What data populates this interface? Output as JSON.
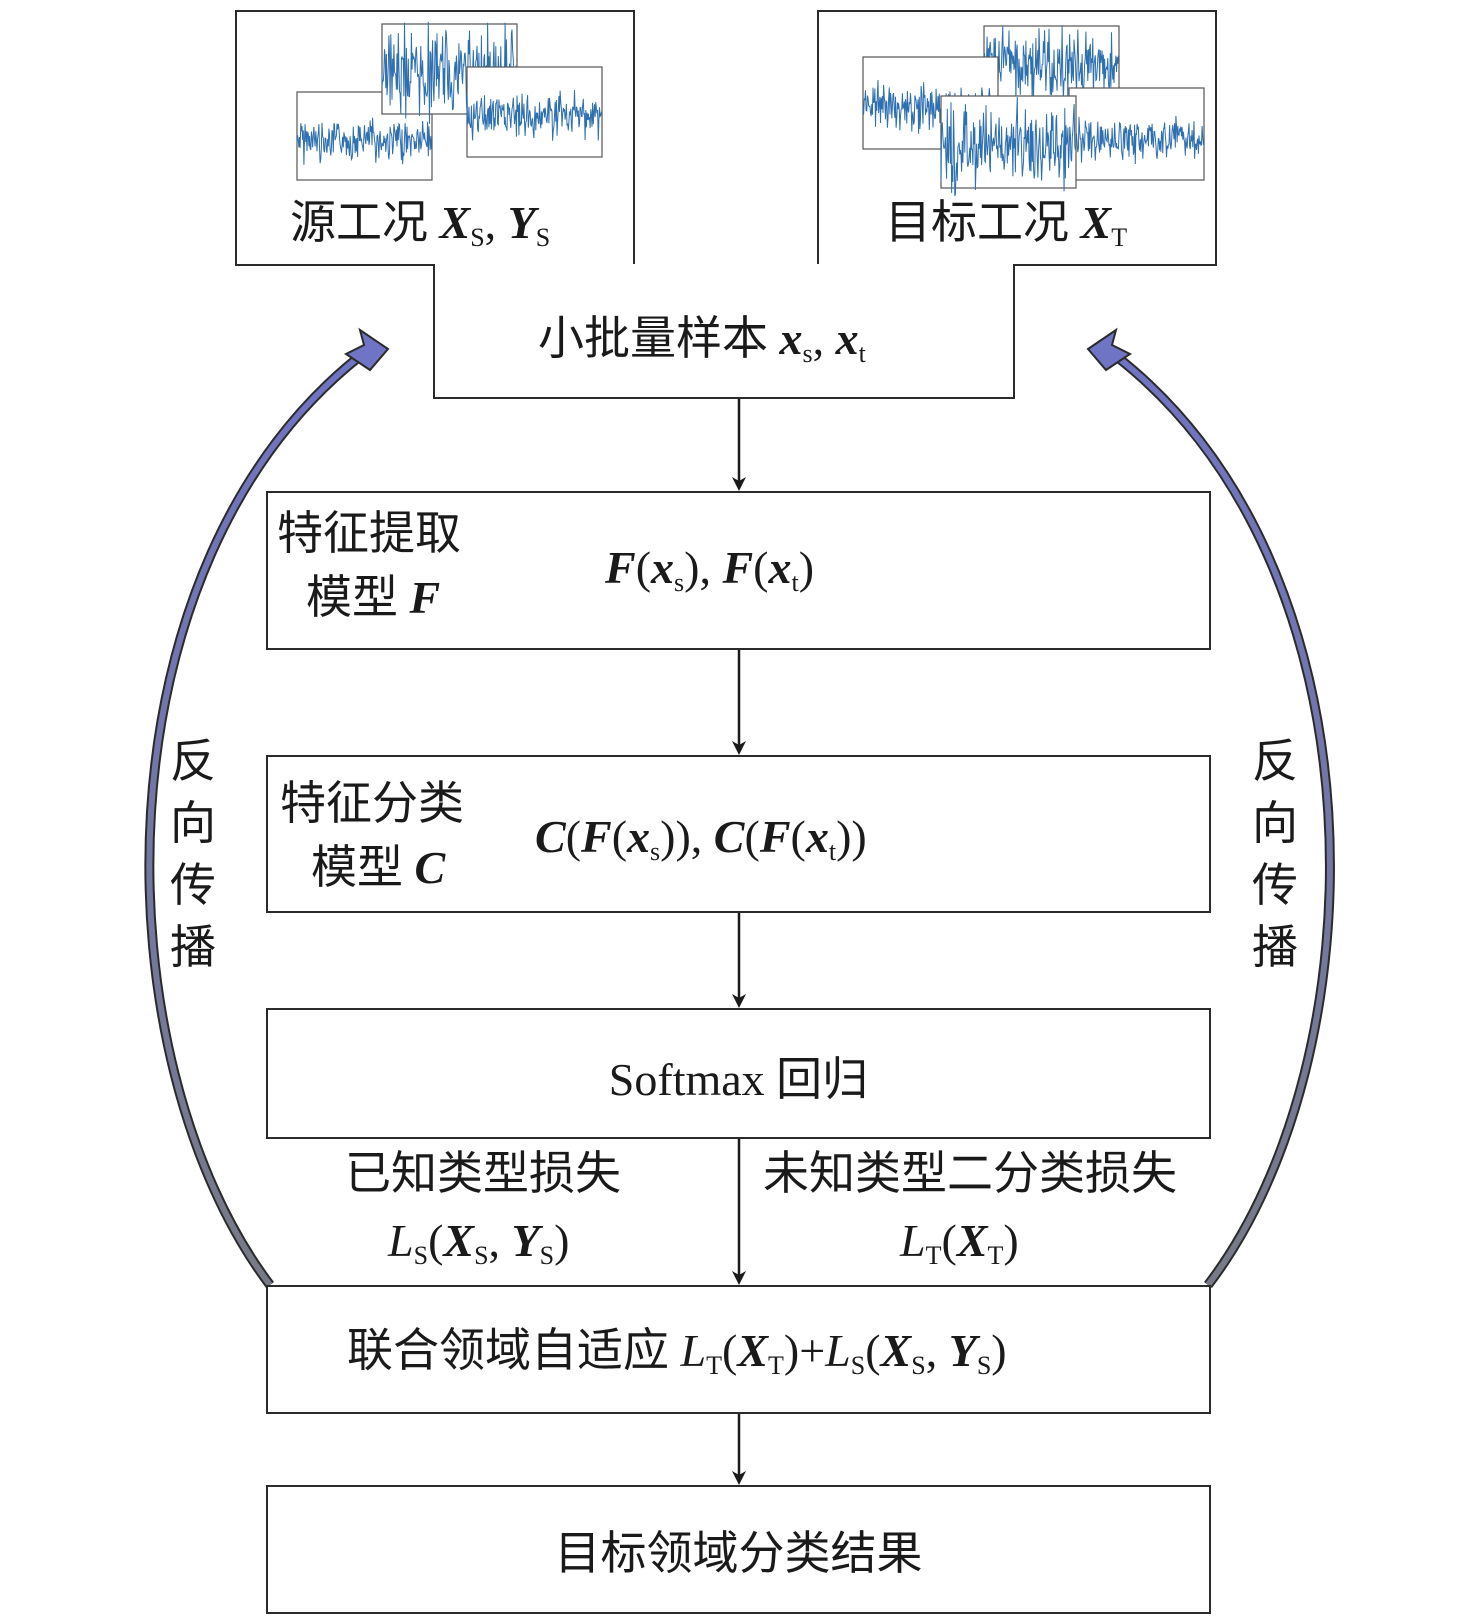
{
  "source_box": {
    "text": "源工况 ",
    "X": "X",
    "X_sub": "S",
    "sep": ", ",
    "Y": "Y",
    "Y_sub": "S"
  },
  "target_box": {
    "text": "目标工况 ",
    "X": "X",
    "X_sub": "T"
  },
  "minibatch_box": {
    "text": "小批量样本 ",
    "x1": "x",
    "x1_sub": "s",
    "sep": ", ",
    "x2": "x",
    "x2_sub": "t"
  },
  "feature_extract_box": {
    "line1": "特征提取",
    "line2": "模型 ",
    "model_symbol": "F",
    "formula": {
      "F": "F",
      "open": "(",
      "x": "x",
      "s": "s",
      "mid": "), ",
      "x2": "x",
      "t": "t",
      "close": ")"
    }
  },
  "feature_classify_box": {
    "line1": "特征分类",
    "line2": "模型 ",
    "model_symbol": "C",
    "formula": {
      "C": "C",
      "F": "F",
      "x": "x",
      "s": "s",
      "t": "t"
    }
  },
  "softmax_box": {
    "text": "Softmax 回归"
  },
  "known_loss": {
    "title": "已知类型损失",
    "L": "L",
    "L_sub": "S",
    "X": "X",
    "X_sub": "S",
    "Y": "Y",
    "Y_sub": "S"
  },
  "unknown_loss": {
    "title": "未知类型二分类损失",
    "L": "L",
    "L_sub": "T",
    "X": "X",
    "X_sub": "T"
  },
  "joint_box": {
    "text": "联合领域自适应 ",
    "L": "L",
    "T": "T",
    "X": "X",
    "S": "S",
    "Y": "Y"
  },
  "result_box": {
    "text": "目标领域分类结果"
  },
  "backprop_label": [
    "反",
    "向",
    "传",
    "播"
  ],
  "colors": {
    "signal_blue": "#2e6fb0",
    "arrow_blue": "#6f74c4",
    "arrow_gray": "#777a86",
    "line": "#2b2b2b"
  }
}
